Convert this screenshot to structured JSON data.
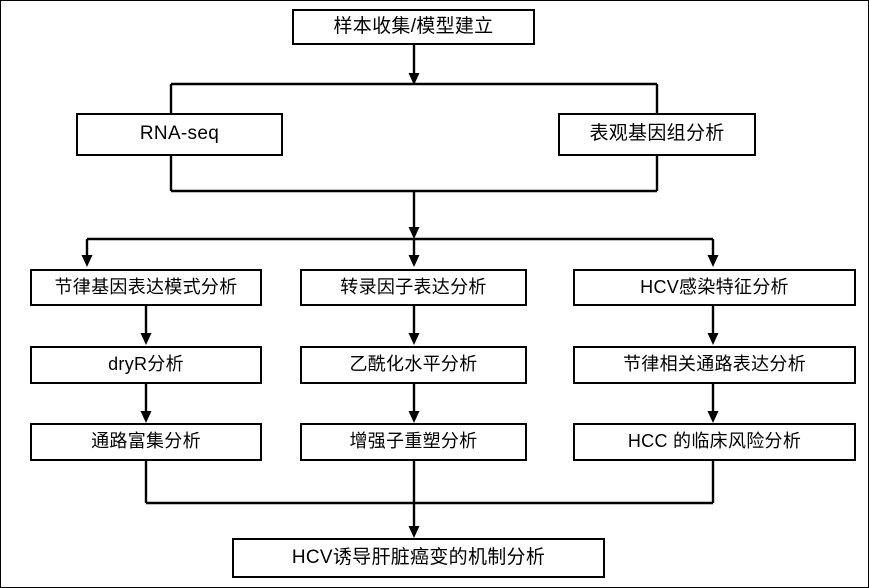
{
  "diagram": {
    "type": "flowchart",
    "title_node": "样本收集/模型建立",
    "orientation": "top-to-bottom",
    "nodes": {
      "start": "样本收集/模型建立",
      "rna_seq": "RNA-seq",
      "epigenome": "表观基因组分析",
      "col1_row1": "节律基因表达模式分析",
      "col1_row2": "dryR分析",
      "col1_row3": "通路富集分析",
      "col2_row1": "转录因子表达分析",
      "col2_row2": "乙酰化水平分析",
      "col2_row3": "增强子重塑分析",
      "col3_row1": "HCV感染特征分析",
      "col3_row2": "节律相关通路表达分析",
      "col3_row3": "HCC 的临床风险分析",
      "end": "HCV诱导肝脏癌变的机制分析"
    },
    "colors": {
      "stroke": "#000000",
      "fill": "#ffffff",
      "text": "#000000"
    }
  }
}
